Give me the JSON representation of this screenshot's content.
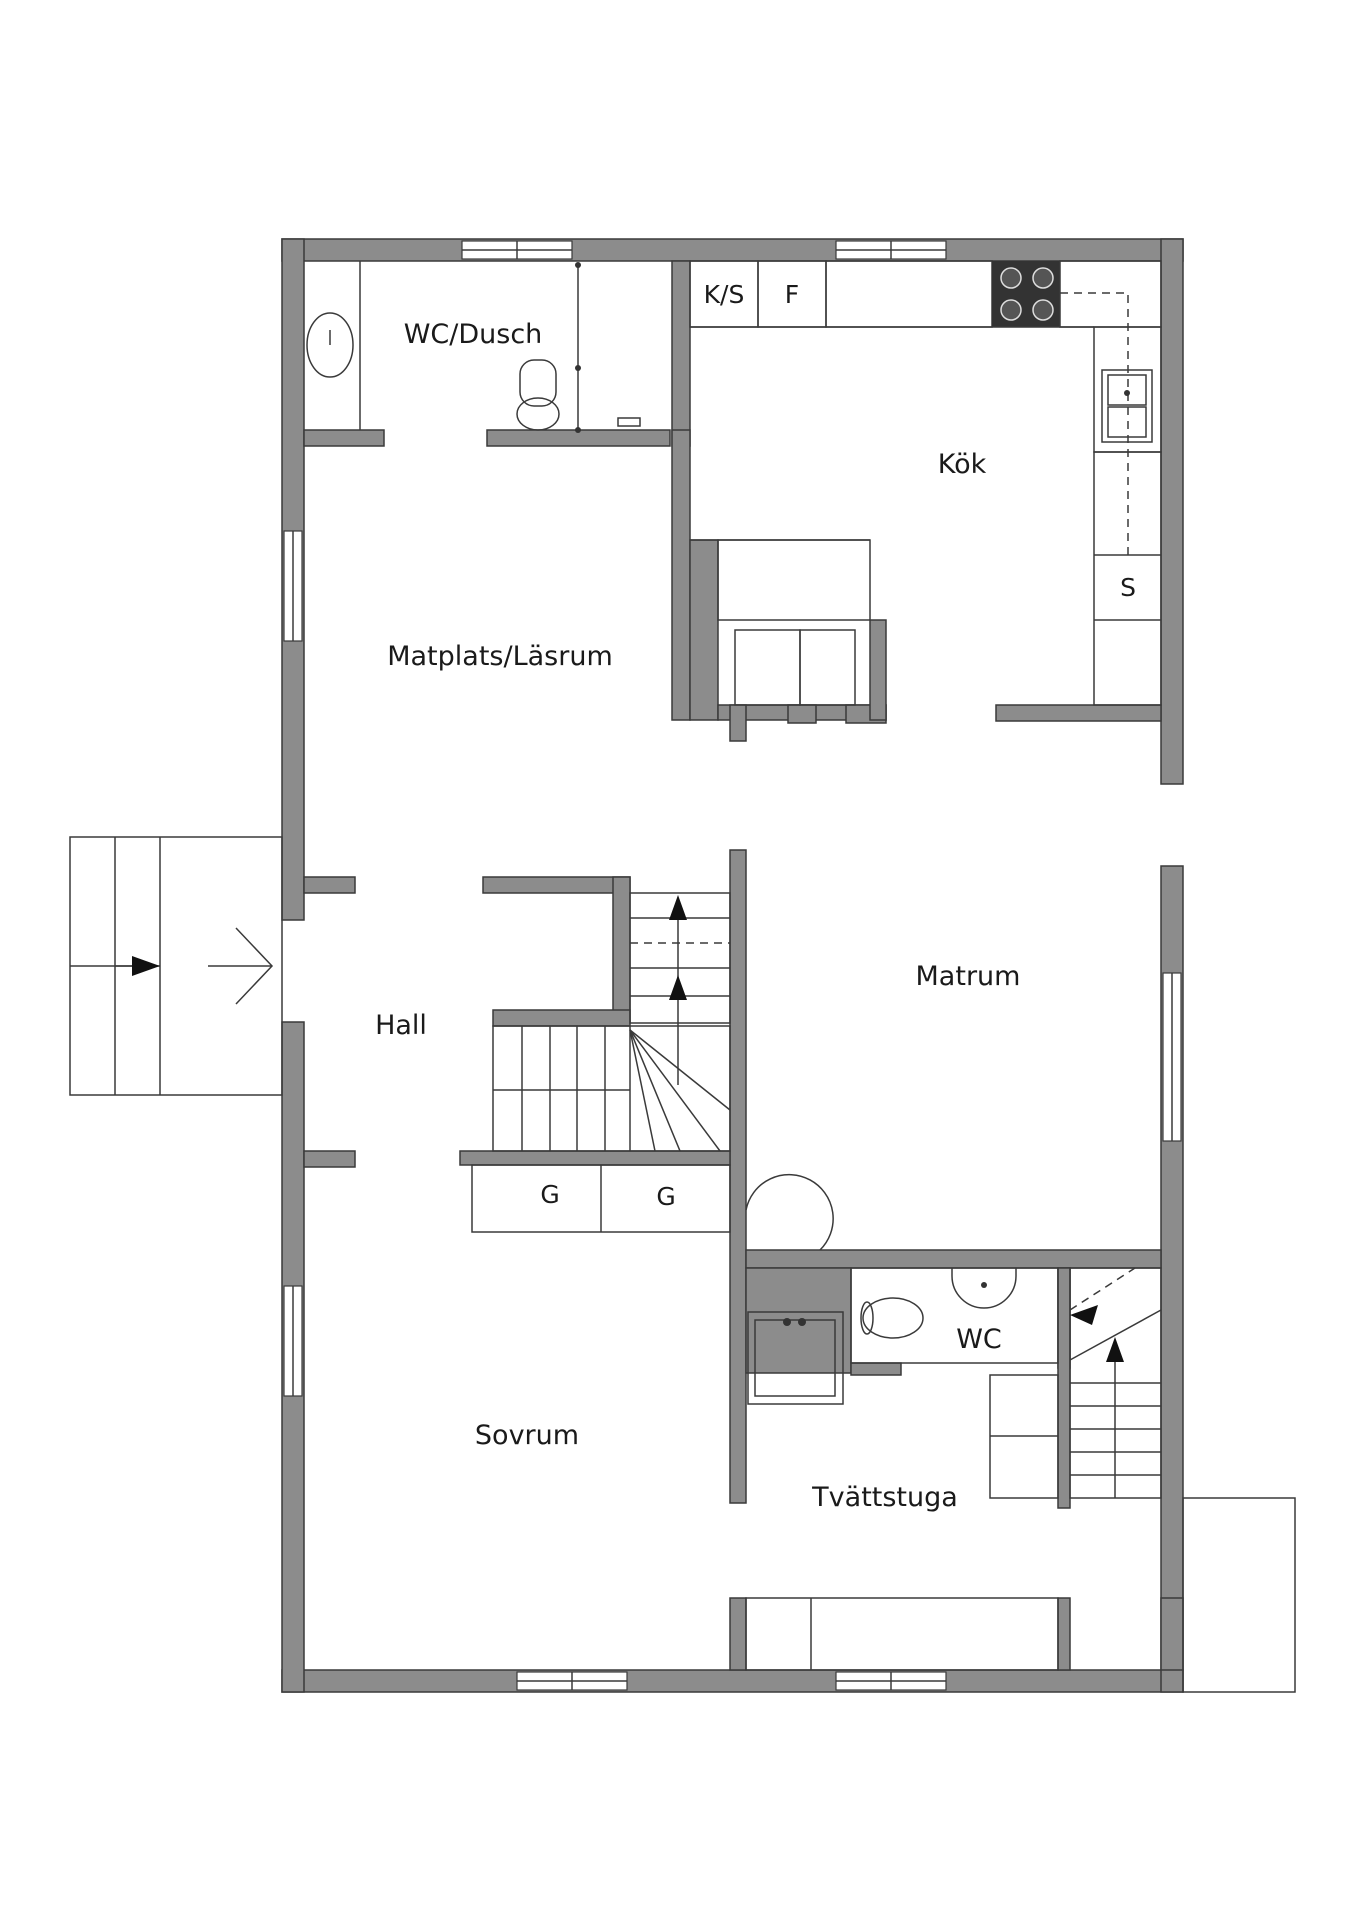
{
  "rooms": {
    "wc_dusch": "WC/Dusch",
    "kok": "Kök",
    "matplats": "Matplats/Läsrum",
    "matrum": "Matrum",
    "hall": "Hall",
    "sovrum": "Sovrum",
    "wc": "WC",
    "tvattstuga": "Tvättstuga"
  },
  "fixtures": {
    "ks": "K/S",
    "f": "F",
    "s": "S",
    "g1": "G",
    "g2": "G"
  },
  "colors": {
    "wall": "#8c8c8c",
    "line": "#3a3a3a",
    "stove": "#333333"
  }
}
